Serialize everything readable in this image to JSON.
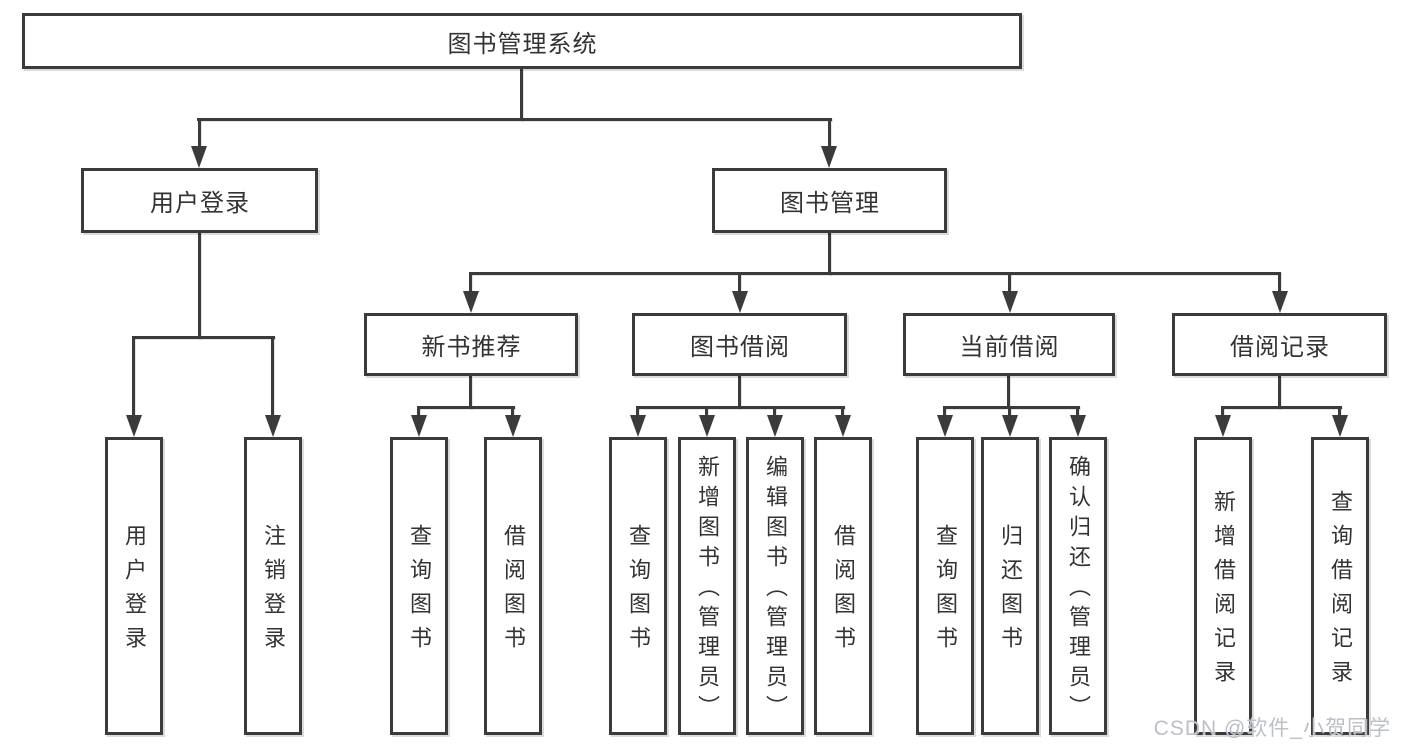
{
  "colors": {
    "line": "#3b3b3b",
    "text": "#333333",
    "bg": "#ffffff",
    "watermark": "#bcbfc6"
  },
  "watermark": "CSDN @软件_小贺同学",
  "tree": {
    "root": "图书管理系统",
    "level2": [
      {
        "label": "用户登录",
        "children": [
          "用户登录",
          "注销登录"
        ]
      },
      {
        "label": "图书管理",
        "children": [
          {
            "label": "新书推荐",
            "children": [
              "查询图书",
              "借阅图书"
            ]
          },
          {
            "label": "图书借阅",
            "children": [
              "查询图书",
              "新增图书（管理员）",
              "编辑图书（管理员）",
              "借阅图书"
            ]
          },
          {
            "label": "当前借阅",
            "children": [
              "查询图书",
              "归还图书",
              "确认归还（管理员）"
            ]
          },
          {
            "label": "借阅记录",
            "children": [
              "新增借阅记录",
              "查询借阅记录"
            ]
          }
        ]
      }
    ]
  }
}
